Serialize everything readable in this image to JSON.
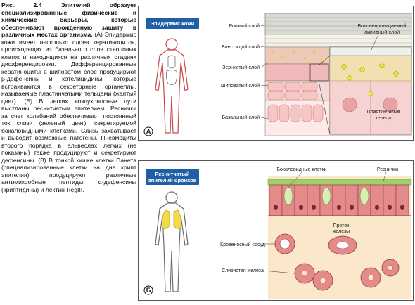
{
  "caption": {
    "fig_label": "Рис. 2.4",
    "lead": "Эпителий образует специализированные физические и химические барьеры, которые обеспечивают врожденную защиту в различных местах организма.",
    "body": "(А) Эпидермис кожи имеет несколько слоев кератиноцитов, происходящих из базального слоя стволовых клеток и находящихся на различных стадиях дифференцировки. Дифференцированные кератиноциты в шиповатом слое продуцируют β-дефенсины и кателицидины, которые встраиваются в секреторные органеллы, называемые пластинчатыми тельцами (желтый цвет). (Б) В легких воздухоносные пути выстланы реснитчатым эпителием. Реснички за счет колебаний обеспечивают постоянный ток слизи (зеленый цвет), секретируемой бокаловидными клетками. Слизь захватывает и выводит возможные патогены. Пневмоциты второго порядка в альвеолах легких (не показаны) также продуцируют и секретируют дефенсины. (В) В тонкой кишке клетки Панета (специализированные клетки на дне крипт эпителия) продуцируют различные антимикробные пептиды: α-дефенсины (криптидины) и лектин RegIII."
  },
  "panelA": {
    "badge": "Эпидермис кожи",
    "letter": "А",
    "labels": {
      "horny": "Роговой слой",
      "lucid": "Блестящий слой",
      "granular": "Зернистый слой",
      "spinous": "Шиповатый слой",
      "basal": "Базальный слой",
      "barrier_1": "Водонепроницаемый",
      "barrier_2": "липидный слой",
      "lamellar_1": "Пластинчатые",
      "lamellar_2": "тельца"
    }
  },
  "panelB": {
    "badge_1": "Реснитчатый",
    "badge_2": "эпителий бронхов",
    "letter": "Б",
    "labels": {
      "goblet": "Бокаловидные клетки",
      "cilia": "Реснички",
      "vessel": "Кровеносный сосуд",
      "duct_1": "Проток",
      "duct_2": "железы",
      "gland": "Слизистая железа"
    }
  },
  "colors": {
    "badge_bg": "#1f5fa8",
    "lamellar_bodies": "#f3e64a",
    "mucus": "#9fcf6a",
    "cells": "#e58a8a",
    "lung": "#f5d94a",
    "tissue_bg": "#fbe7c9"
  }
}
